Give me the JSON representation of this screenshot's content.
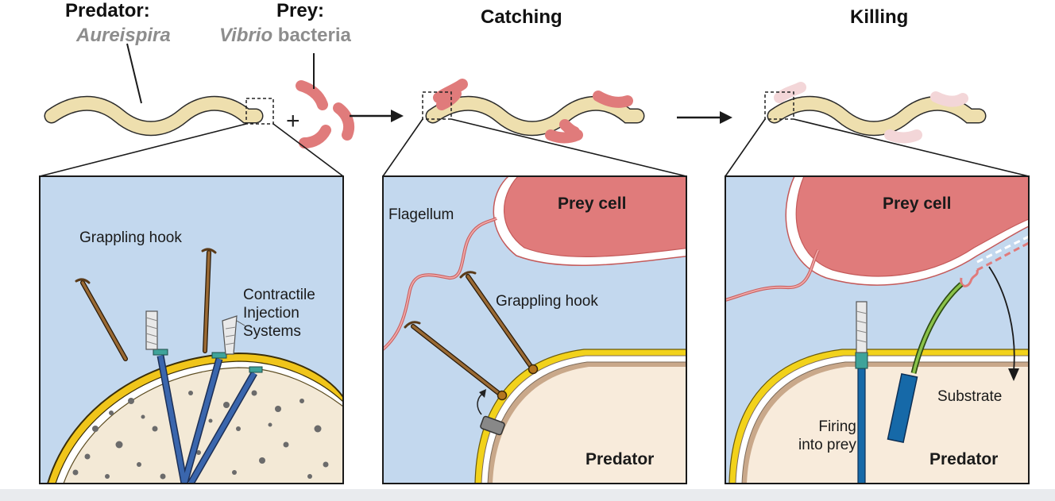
{
  "header": {
    "predator_label": "Predator:",
    "predator_name": "Aureispira",
    "prey_label": "Prey:",
    "prey_name_italic": "Vibrio",
    "prey_name_rest": " bacteria",
    "catching": "Catching",
    "killing": "Killing"
  },
  "panel1": {
    "grappling_hook": "Grappling hook",
    "cis_lines": [
      "Contractile",
      "Injection",
      "Systems"
    ]
  },
  "panel2": {
    "flagellum": "Flagellum",
    "prey_cell": "Prey cell",
    "grappling_hook": "Grappling hook",
    "predator": "Predator"
  },
  "panel3": {
    "prey_cell": "Prey cell",
    "substrate": "Substrate",
    "firing_lines": [
      "Firing",
      "into prey"
    ],
    "predator": "Predator"
  },
  "colors": {
    "panel_bg": "#c3d8ee",
    "prey": "#e07b7b",
    "predator_body": "#eedfae",
    "predator_cell": "#f8ebdb",
    "membrane_yellow": "#f2d21b",
    "hook_brown": "#9a6a34",
    "injection_blue": "#2f5a9e",
    "inner_blue": "#1669a8",
    "tube_green": "#5e9a2a"
  }
}
